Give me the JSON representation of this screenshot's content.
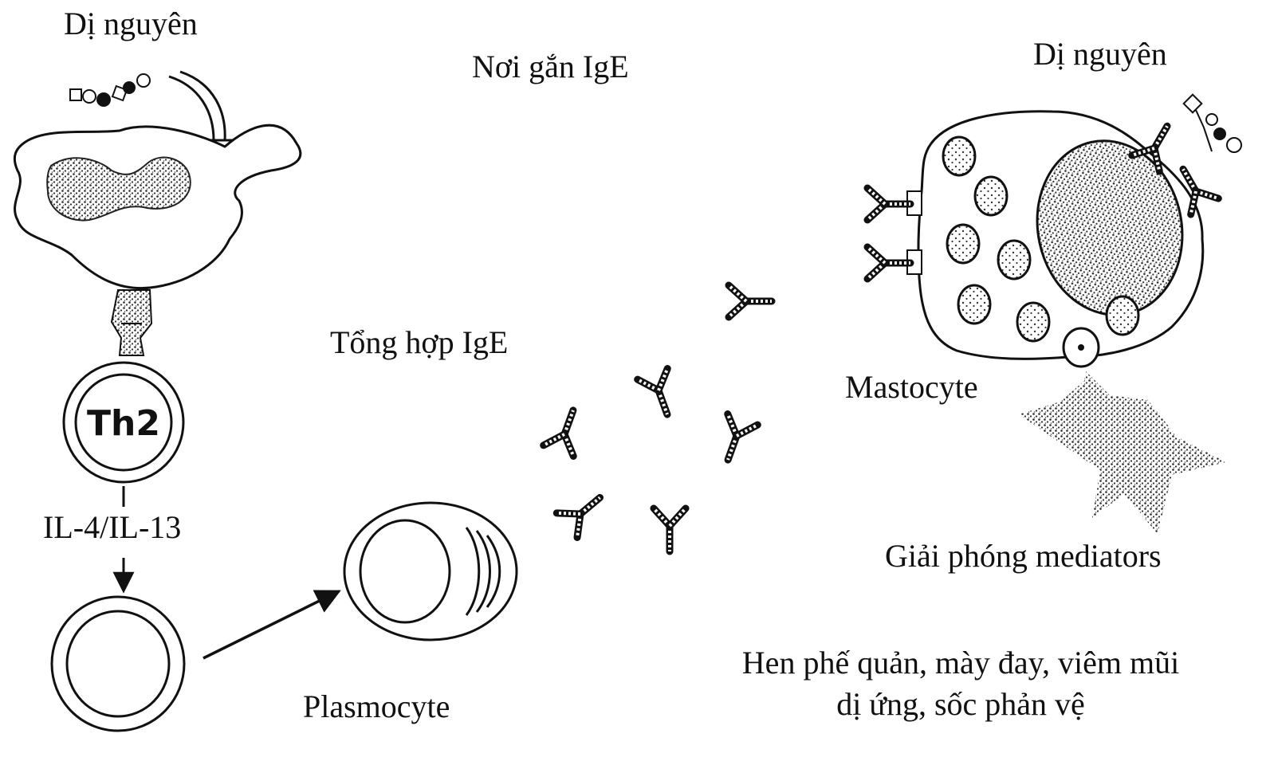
{
  "labels": {
    "antigen_left": "Dị nguyên",
    "antigen_right": "Dị nguyên",
    "ige_binding_site": "Nơi gắn IgE",
    "ige_synthesis": "Tổng hợp IgE",
    "th2": "Th2",
    "cytokines": "IL-4/IL-13",
    "plasmocyte": "Plasmocyte",
    "mastocyte": "Mastocyte",
    "mediator_release": "Giải phóng mediators",
    "diseases_line1": "Hen phế quản, mày đay, viêm mũi",
    "diseases_line2": "dị ứng, sốc phản vệ"
  },
  "colors": {
    "ink": "#111111",
    "stipple": "#3a3a3a",
    "background": "#ffffff"
  }
}
